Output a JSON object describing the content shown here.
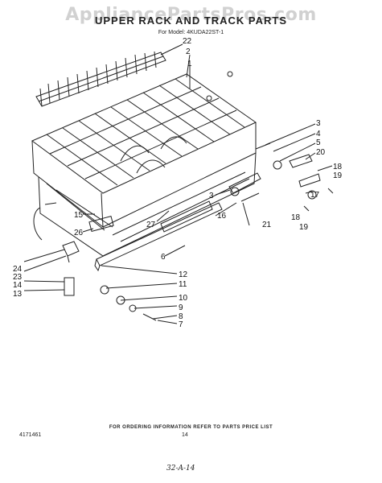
{
  "watermark": "AppliancePartsPros.com",
  "header": {
    "title": "UPPER RACK AND TRACK PARTS",
    "model": "For Model: 4KUDA22ST-1"
  },
  "callouts": [
    "22",
    "2",
    "1",
    "3",
    "4",
    "5",
    "20",
    "18",
    "19",
    "17",
    "18",
    "19",
    "21",
    "16",
    "3",
    "15",
    "27",
    "26",
    "24",
    "23",
    "14",
    "13",
    "6",
    "12",
    "11",
    "10",
    "9",
    "8",
    "7"
  ],
  "footer": {
    "note": "FOR ORDERING INFORMATION REFER TO PARTS PRICE LIST",
    "doc_id": "4171461",
    "page": "14",
    "handwritten": "32-A-14"
  }
}
